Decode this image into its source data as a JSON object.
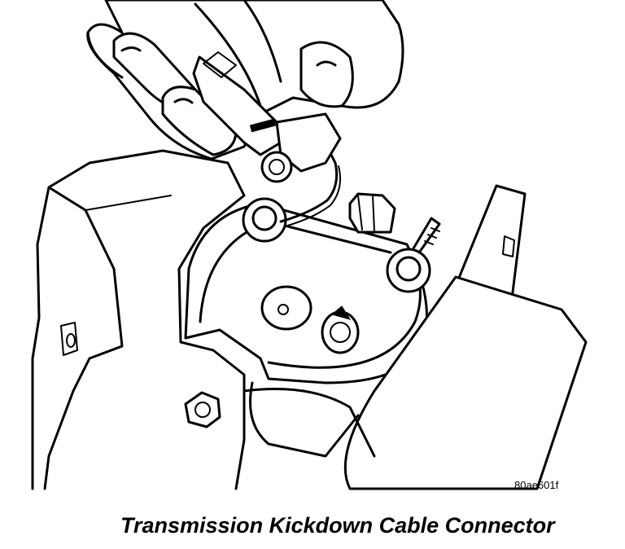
{
  "figure": {
    "caption": "Transmission Kickdown Cable Connector",
    "figure_id": "80ae601f"
  },
  "icons": {
    "illustration": "throttle-linkage-line-drawing",
    "hand": "hand-icon",
    "connector": "cable-connector-icon"
  },
  "colors": {
    "ink": "#000000",
    "paper": "#ffffff"
  }
}
